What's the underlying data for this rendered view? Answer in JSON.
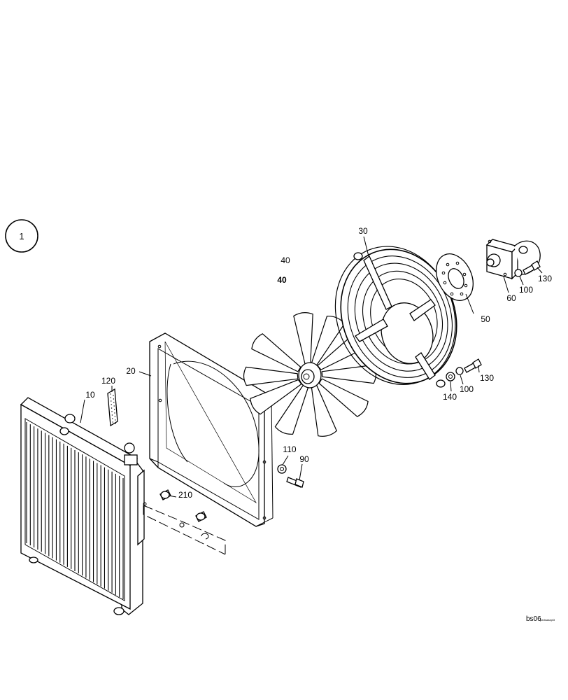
{
  "diagram": {
    "view_number": "1",
    "callouts": {
      "c10": "10",
      "c20": "20",
      "c30": "30",
      "c40_plain": "40",
      "c40_bold": "40",
      "c50": "50",
      "c60": "60",
      "c90": "90",
      "c100_a": "100",
      "c100_b": "100",
      "c110": "110",
      "c120": "120",
      "c130_a": "130",
      "c130_b": "130",
      "c140": "140",
      "c210": "210"
    },
    "reference_code": "bs06",
    "reference_sub": "partsadapt3"
  }
}
